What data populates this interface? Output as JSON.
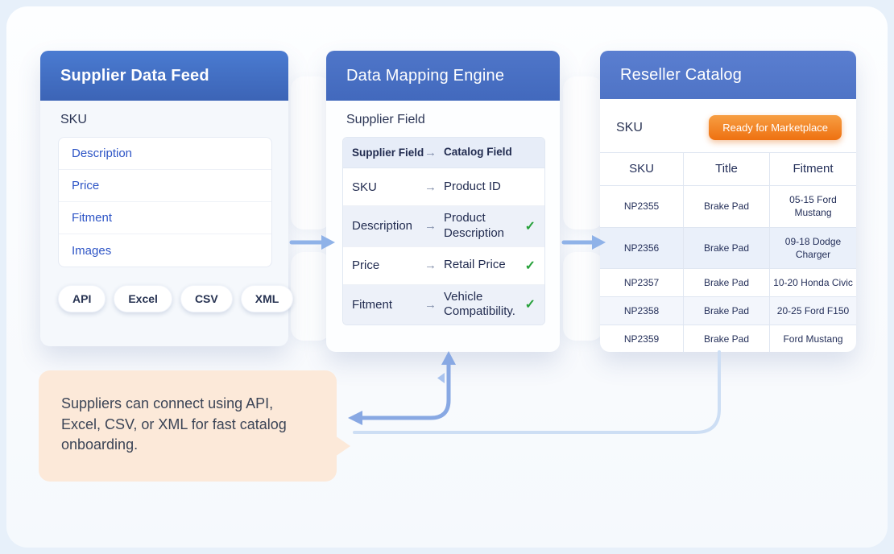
{
  "panels": {
    "supplier": {
      "title": "Supplier Data Feed",
      "field_label": "SKU",
      "fields": [
        "Description",
        "Price",
        "Fitment",
        "Images"
      ],
      "formats": [
        "API",
        "Excel",
        "CSV",
        "XML"
      ]
    },
    "mapping": {
      "title": "Data Mapping Engine",
      "field_label": "Supplier Field",
      "table": {
        "col_from": "Supplier Field",
        "col_to": "Catalog Field",
        "rows": [
          {
            "from": "SKU",
            "to": "Product ID",
            "checked": false
          },
          {
            "from": "Description",
            "to": "Product Description",
            "checked": true
          },
          {
            "from": "Price",
            "to": "Retail Price",
            "checked": true
          },
          {
            "from": "Fitment",
            "to": "Vehicle Compatibility.",
            "checked": true
          }
        ]
      }
    },
    "reseller": {
      "title": "Reseller Catalog",
      "field_label": "SKU",
      "badge_label": "Ready for Marketplace",
      "table": {
        "columns": [
          "SKU",
          "Title",
          "Fitment"
        ],
        "rows": [
          {
            "sku": "NP2355",
            "title": "Brake Pad",
            "fitment": "05-15 Ford Mustang"
          },
          {
            "sku": "NP2356",
            "title": "Brake Pad",
            "fitment": "09-18 Dodge Charger"
          },
          {
            "sku": "NP2357",
            "title": "Brake Pad",
            "fitment": "10-20 Honda Civic"
          },
          {
            "sku": "NP2358",
            "title": "Brake Pad",
            "fitment": "20-25 Ford F150"
          },
          {
            "sku": "NP2359",
            "title": "Brake Pad",
            "fitment": "Ford Mustang"
          }
        ]
      }
    }
  },
  "callout": {
    "text": "Suppliers can connect using API, Excel, CSV, or XML for fast catalog onboarding."
  },
  "icons": {
    "flow_arrow": "→",
    "check": "✓"
  },
  "colors": {
    "header_blue": "#4471c4",
    "link_blue": "#2e55c6",
    "badge_orange": "#ee7111",
    "check_green": "#27a13b",
    "callout_peach": "#fce9d9",
    "arrow_blue": "#8fb2e8"
  }
}
